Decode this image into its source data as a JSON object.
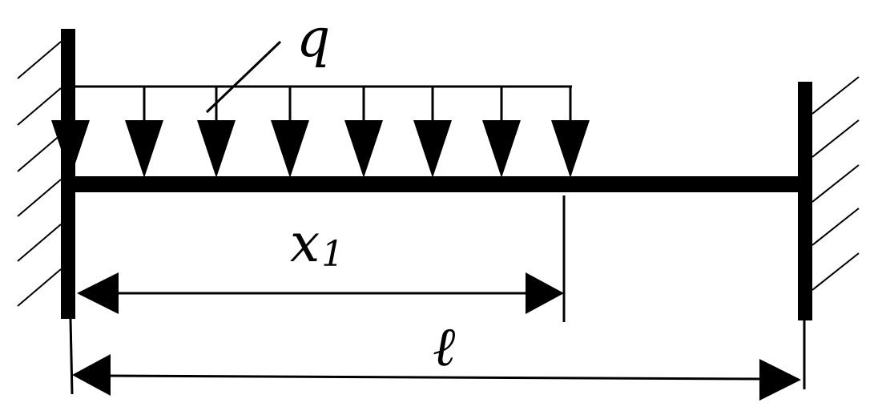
{
  "diagram": {
    "load_label": "q",
    "span_label": "x",
    "span_subscript": "1",
    "length_label": "ℓ"
  },
  "colors": {
    "ink": "#000000",
    "background": "#ffffff"
  }
}
